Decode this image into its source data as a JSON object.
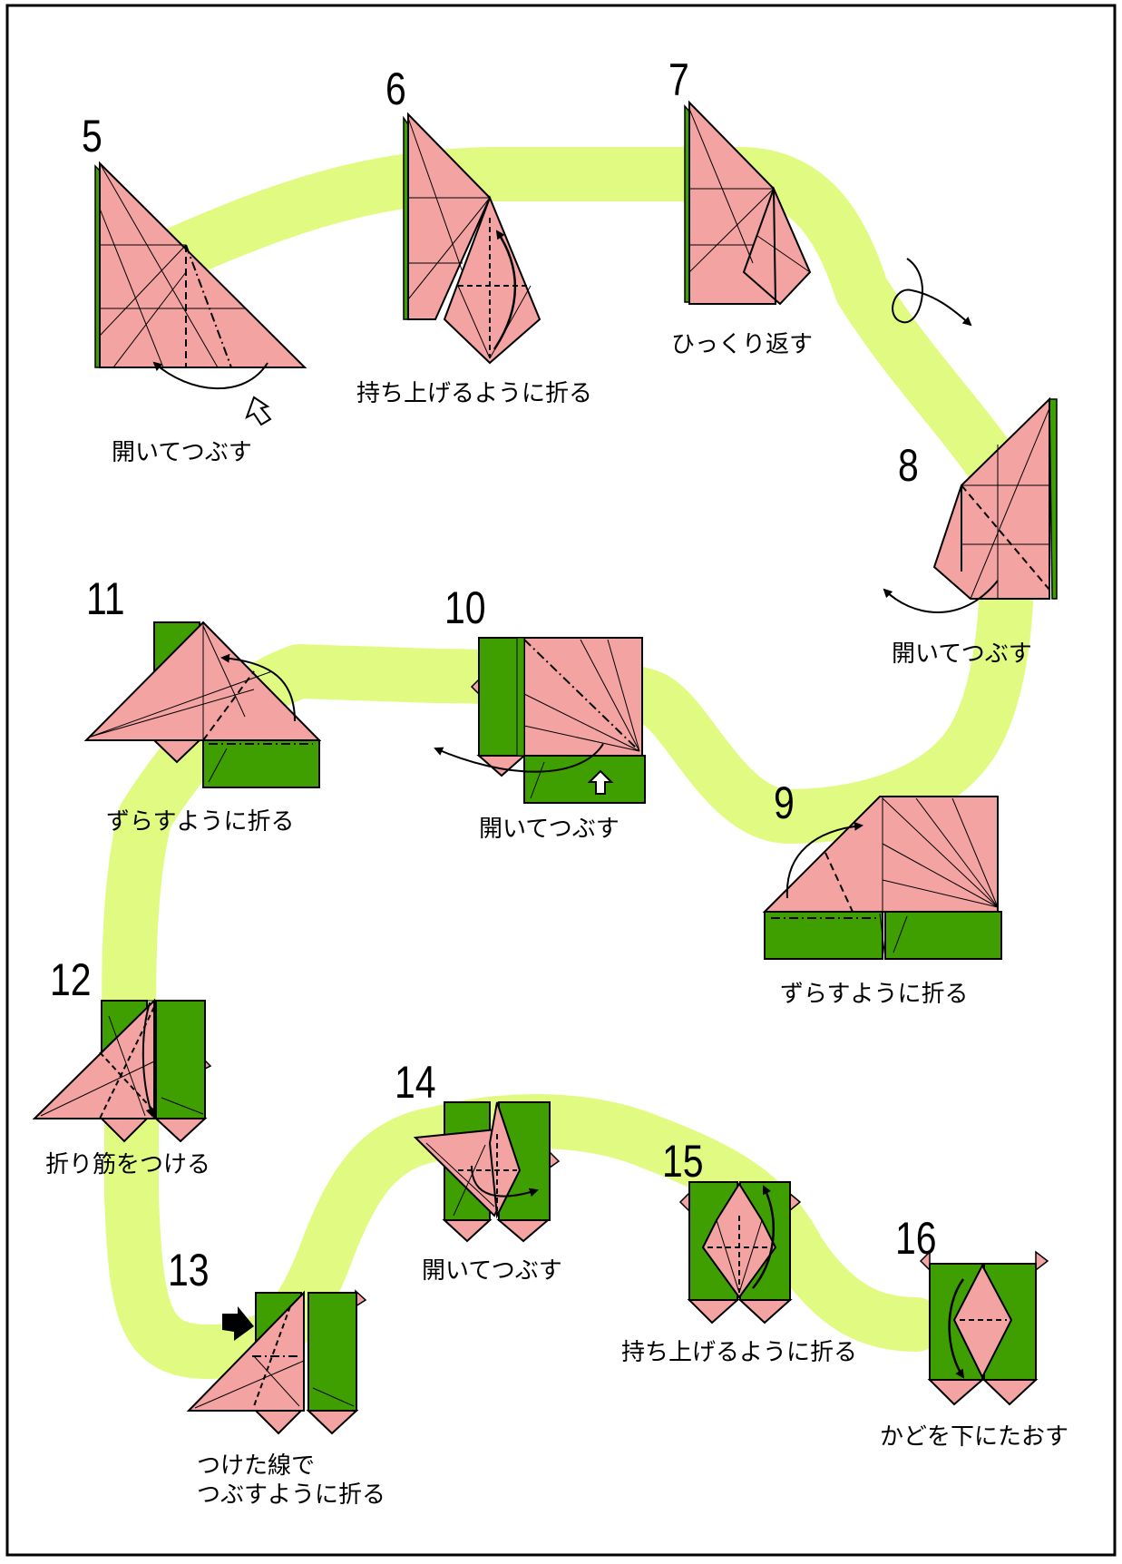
{
  "colors": {
    "paper_front": "#f4a3a3",
    "paper_back": "#3f9e00",
    "path": "#e1fb82",
    "stroke": "#000000"
  },
  "steps": [
    {
      "number": "5",
      "caption": "開いてつぶす"
    },
    {
      "number": "6",
      "caption": "持ち上げるように折る"
    },
    {
      "number": "7",
      "caption": "ひっくり返す"
    },
    {
      "number": "8",
      "caption": "開いてつぶす"
    },
    {
      "number": "9",
      "caption": "ずらすように折る"
    },
    {
      "number": "10",
      "caption": "開いてつぶす"
    },
    {
      "number": "11",
      "caption": "ずらすように折る"
    },
    {
      "number": "12",
      "caption": "折り筋をつける"
    },
    {
      "number": "13",
      "caption": "つけた線で\nつぶすように折る"
    },
    {
      "number": "14",
      "caption": "開いてつぶす"
    },
    {
      "number": "15",
      "caption": "持ち上げるように折る"
    },
    {
      "number": "16",
      "caption": "かどを下にたおす"
    }
  ]
}
